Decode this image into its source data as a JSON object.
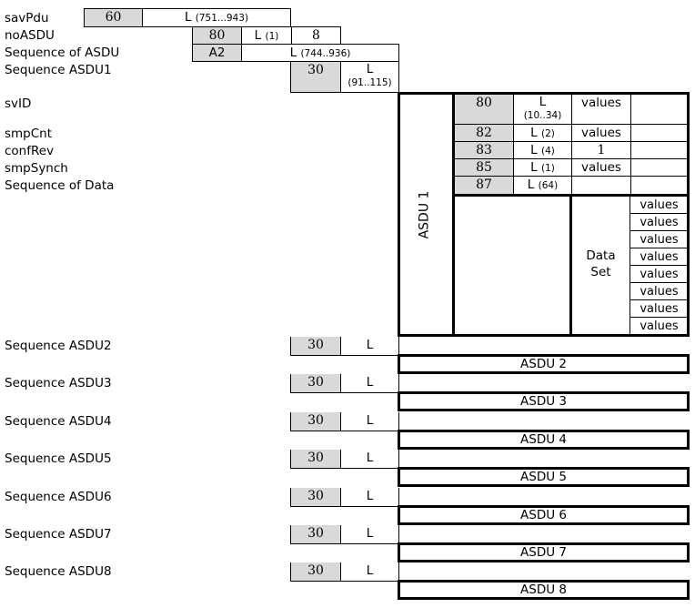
{
  "rows": {
    "savPdu": {
      "label": "savPdu",
      "tag": "60",
      "len": "L",
      "len_range": "(751...943)"
    },
    "noASDU": {
      "label": "noASDU",
      "tag": "80",
      "len": "L",
      "len_range": "(1)",
      "value": "8"
    },
    "seqOfAsdu": {
      "label": "Sequence of ASDU",
      "tag": "A2",
      "len": "L",
      "len_range": "(744..936)"
    },
    "seqAsdu1": {
      "label": "Sequence ASDU1",
      "tag": "30",
      "len": "L",
      "len_range": "(91..115)"
    }
  },
  "asdu1": {
    "title": "ASDU 1",
    "fields": [
      {
        "label": "svID",
        "tag": "80",
        "len": "L",
        "len_range": "(10..34)",
        "value": "values"
      },
      {
        "label": "smpCnt",
        "tag": "82",
        "len": "L",
        "len_range": "(2)",
        "value": "values"
      },
      {
        "label": "confRev",
        "tag": "83",
        "len": "L",
        "len_range": "(4)",
        "value": "1"
      },
      {
        "label": "smpSynch",
        "tag": "85",
        "len": "L",
        "len_range": "(1)",
        "value": "values"
      },
      {
        "label": "Sequence of Data",
        "tag": "87",
        "len": "L",
        "len_range": "(64)",
        "value": ""
      }
    ],
    "dataset_label_1": "Data",
    "dataset_label_2": "Set",
    "dataset_values": [
      "values",
      "values",
      "values",
      "values",
      "values",
      "values",
      "values",
      "values"
    ]
  },
  "asdus": [
    {
      "label": "Sequence ASDU2",
      "tag": "30",
      "len": "L",
      "name": "ASDU 2"
    },
    {
      "label": "Sequence ASDU3",
      "tag": "30",
      "len": "L",
      "name": "ASDU 3"
    },
    {
      "label": "Sequence ASDU4",
      "tag": "30",
      "len": "L",
      "name": "ASDU 4"
    },
    {
      "label": "Sequence ASDU5",
      "tag": "30",
      "len": "L",
      "name": "ASDU 5"
    },
    {
      "label": "Sequence ASDU6",
      "tag": "30",
      "len": "L",
      "name": "ASDU 6"
    },
    {
      "label": "Sequence ASDU7",
      "tag": "30",
      "len": "L",
      "name": "ASDU 7"
    },
    {
      "label": "Sequence ASDU8",
      "tag": "30",
      "len": "L",
      "name": "ASDU 8"
    }
  ]
}
